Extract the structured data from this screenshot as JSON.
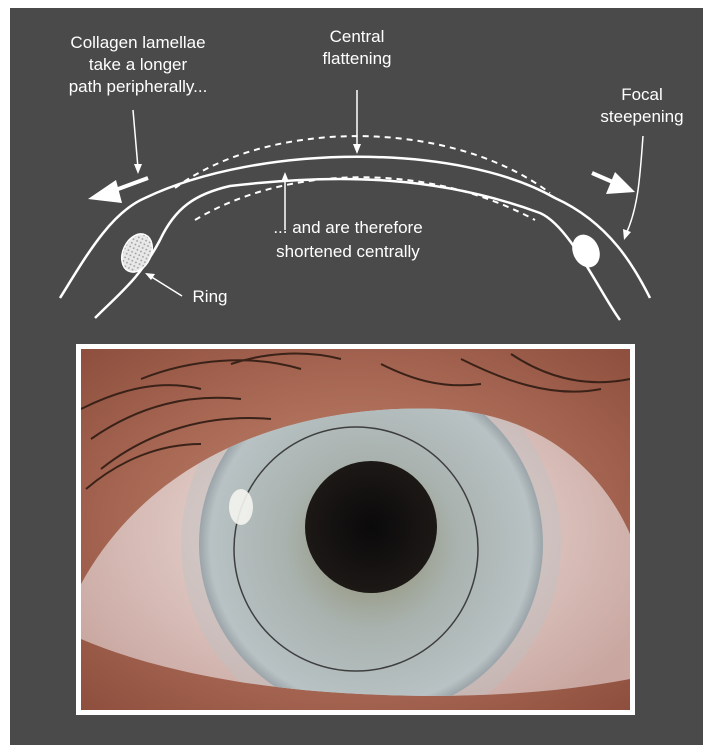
{
  "diagram": {
    "labels": {
      "collagen": [
        "Collagen lamellae",
        "take a longer",
        "path peripherally..."
      ],
      "central": [
        "Central",
        "flattening"
      ],
      "focal": [
        "Focal",
        "steepening"
      ],
      "shortened": [
        "... and are therefore",
        "shortened centrally"
      ],
      "ring": "Ring"
    }
  },
  "photo": {
    "subject": "eye with intracorneal ring segments"
  },
  "colors": {
    "background": "#4a4a4a",
    "line": "#ffffff",
    "ring_fill": "#e6e6e6"
  }
}
